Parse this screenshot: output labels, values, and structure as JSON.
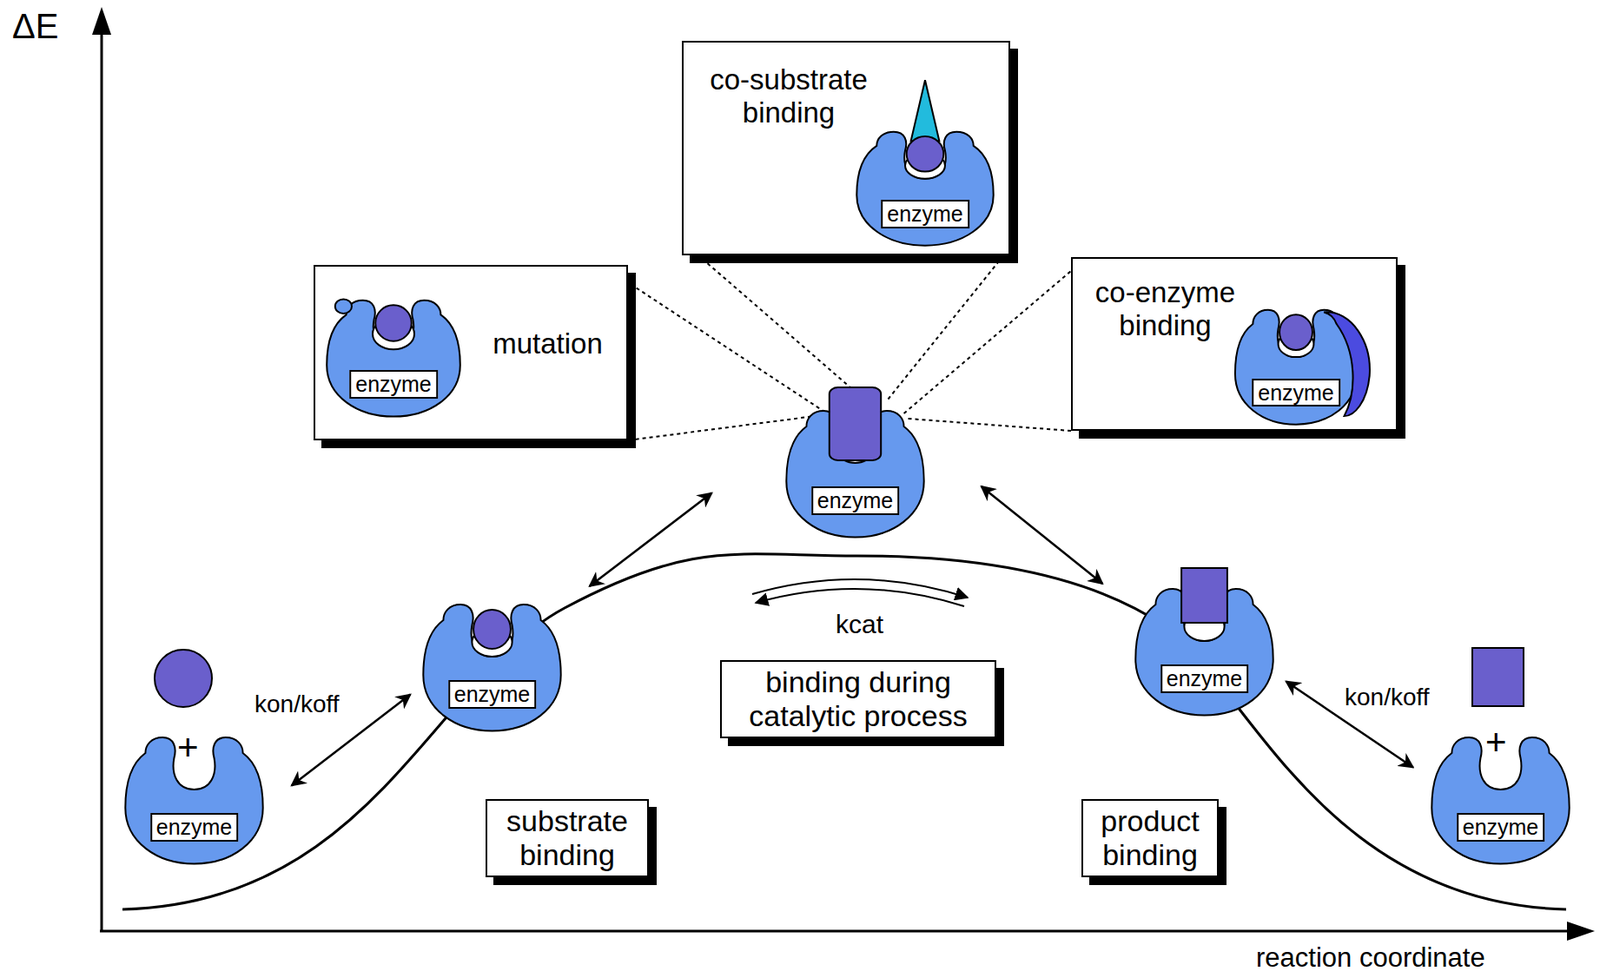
{
  "diagram": {
    "nodes": [
      {
        "text": [
          "co-substrate binding"
        ]
      },
      {
        "text": [
          "enzyme"
        ],
        "in": 0
      },
      {
        "text": [
          "mutation"
        ]
      },
      {
        "text": [
          "enzyme"
        ],
        "in": 2
      },
      {
        "text": [
          "co-enzyme binding"
        ]
      },
      {
        "text": [
          "enzyme"
        ],
        "in": 4
      },
      {
        "text": [
          "enzyme"
        ]
      },
      {
        "text": [
          "enzyme"
        ]
      },
      {
        "text": [
          "enzyme"
        ]
      },
      {
        "text": [
          "enzyme"
        ]
      },
      {
        "text": [
          "binding during catalytic process"
        ]
      },
      {
        "text": [
          "substrate binding"
        ]
      },
      {
        "text": [
          "product binding"
        ]
      },
      {
        "text": [
          "enzyme"
        ]
      }
    ],
    "edges": [
      {
        "from": 9,
        "to": 7,
        "label": "kon/koff",
        "arrow": "both"
      },
      {
        "from": 7,
        "to": 6,
        "arrow": "both"
      },
      {
        "from": 6,
        "to": 8,
        "arrow": "both"
      },
      {
        "from": 8,
        "to": 13,
        "label": "kon/koff",
        "arrow": "both"
      },
      {
        "from": 6,
        "to": 2,
        "arrow": "none"
      },
      {
        "from": 6,
        "to": 0,
        "arrow": "none"
      },
      {
        "from": 6,
        "to": 4,
        "arrow": "none"
      }
    ],
    "labels": [
      "ΔE",
      "kcat",
      "+",
      "+",
      "reaction coordinate"
    ]
  }
}
